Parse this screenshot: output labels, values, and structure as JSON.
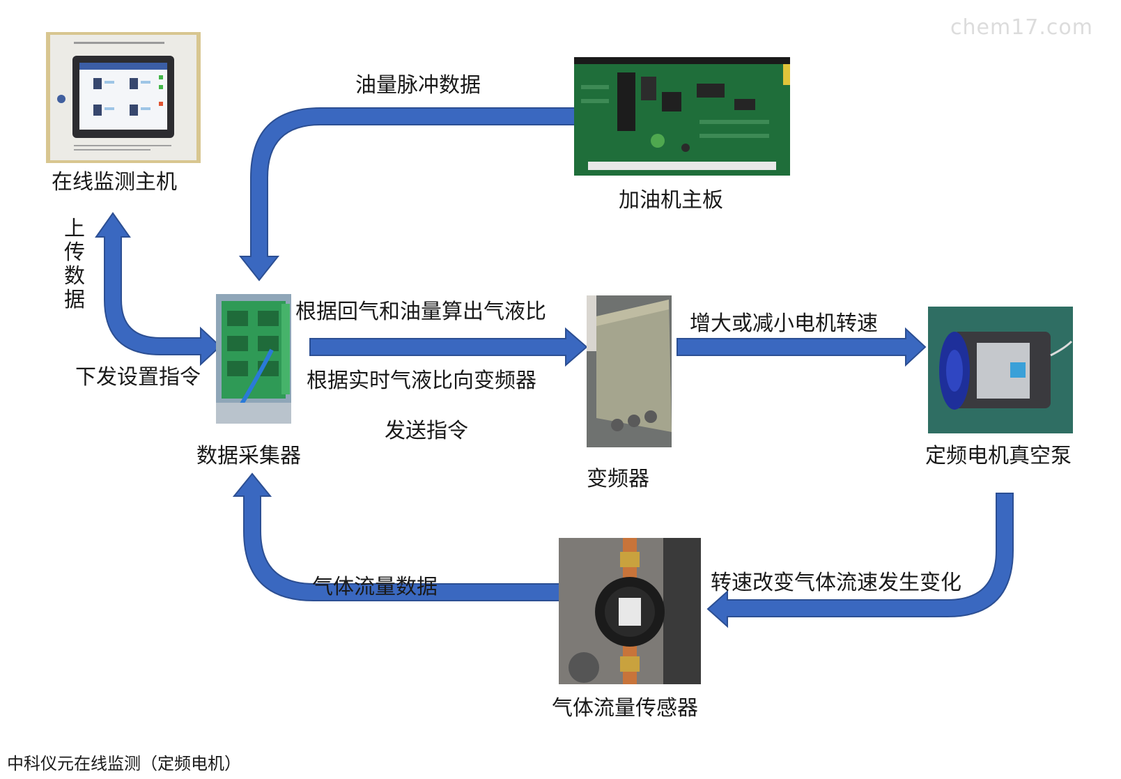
{
  "watermark": "chem17.com",
  "caption": "中科仪元在线监测（定频电机）",
  "nodes": {
    "host": "在线监测主机",
    "mainboard": "加油机主板",
    "collector": "数据采集器",
    "inverter": "变频器",
    "pump": "定频电机真空泵",
    "sensor": "气体流量传感器"
  },
  "arrows": {
    "oil_pulse": "油量脉冲数据",
    "upload": [
      "上",
      "传",
      "数",
      "据"
    ],
    "send_settings": "下发设置指令",
    "calc_ratio": "根据回气和油量算出气液比",
    "to_inverter_1": "根据实时气液比向变频器",
    "to_inverter_2": "发送指令",
    "speed": "增大或减小电机转速",
    "flow_change": "转速改变气体流速发生变化",
    "gas_flow": "气体流量数据"
  },
  "colors": {
    "arrow": "#3a68c0",
    "arrow_edge": "#2c4f93"
  }
}
